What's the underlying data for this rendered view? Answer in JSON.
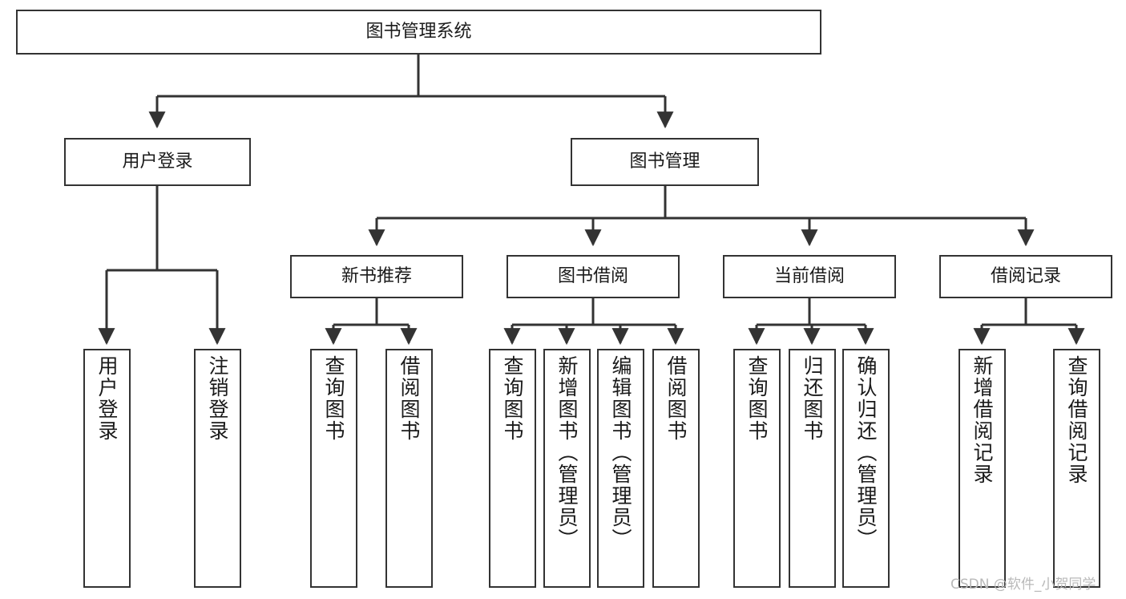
{
  "diagram": {
    "title": "图书管理系统",
    "watermark": "CSDN @软件_小贺同学",
    "colors": {
      "box_border": "#333333",
      "box_fill": "#ffffff",
      "connector": "#333333",
      "text": "#1a1a1a",
      "watermark": "#b9b9b9",
      "background": "#ffffff"
    },
    "root": {
      "label": "图书管理系统"
    },
    "level2": [
      {
        "label": "用户登录"
      },
      {
        "label": "图书管理"
      }
    ],
    "level3": [
      {
        "label": "新书推荐"
      },
      {
        "label": "图书借阅"
      },
      {
        "label": "当前借阅"
      },
      {
        "label": "借阅记录"
      }
    ],
    "leaves": {
      "user_login": [
        {
          "label": "用户登录"
        },
        {
          "label": "注销登录"
        }
      ],
      "new_book_recommend": [
        {
          "label": "查询图书"
        },
        {
          "label": "借阅图书"
        }
      ],
      "book_borrow": [
        {
          "label": "查询图书"
        },
        {
          "label": "新增图书（管理员）"
        },
        {
          "label": "编辑图书（管理员）"
        },
        {
          "label": "借阅图书"
        }
      ],
      "current_borrow": [
        {
          "label": "查询图书"
        },
        {
          "label": "归还图书"
        },
        {
          "label": "确认归还（管理员）"
        }
      ],
      "borrow_record": [
        {
          "label": "新增借阅记录"
        },
        {
          "label": "查询借阅记录"
        }
      ]
    }
  }
}
